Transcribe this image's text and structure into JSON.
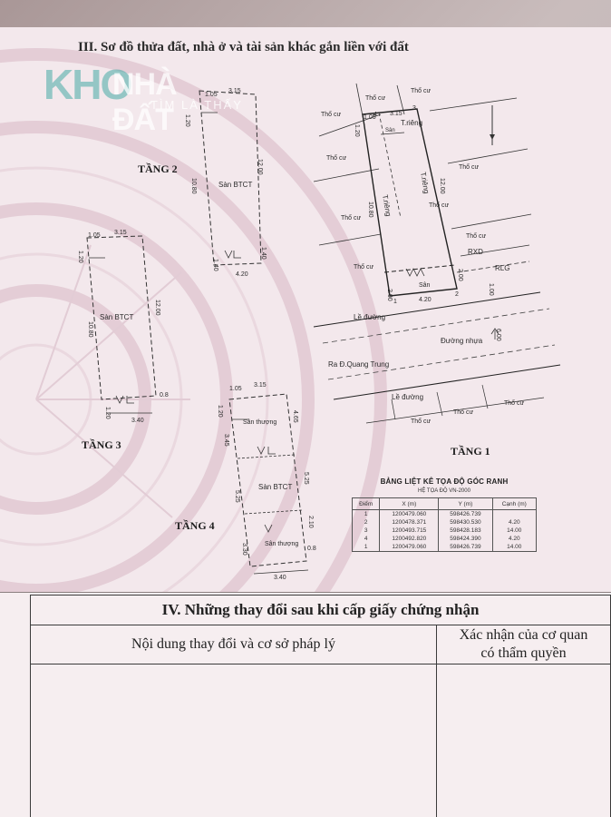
{
  "section3": {
    "title": "III. Sơ đồ thửa đất, nhà ở và tài sản khác gắn liền với đất"
  },
  "watermark": {
    "logo": "KHO",
    "name": "NHÀ ĐẤT",
    "slogan": "TÌM LÀ THẤY"
  },
  "floor_plans": {
    "floor1": {
      "title": "TẦNG 1",
      "neighbor_label": "Thổ cư",
      "road_label": "Đường nhựa",
      "road_name": "Ra Đ.Quang Trung",
      "sidewalk_label": "Lề đường",
      "markers": [
        "RXD",
        "RLG"
      ],
      "room_labels": [
        "T.riêng",
        "Sân",
        "Sân"
      ],
      "dims": [
        "1.05",
        "3.15",
        "1.20",
        "10.80",
        "12.00",
        "4.20",
        "2.00",
        "2.00",
        "1.00",
        "6.00"
      ],
      "corners": [
        "1",
        "2",
        "3",
        "4"
      ]
    },
    "floor2": {
      "title": "TẦNG 2",
      "room_label": "Sàn BTCT",
      "dims": [
        "1.05",
        "3.15",
        "1.20",
        "10.80",
        "12.00",
        "4.20",
        "1.40",
        "1.40"
      ]
    },
    "floor3": {
      "title": "TẦNG 3",
      "room_label": "Sàn BTCT",
      "dims": [
        "1.05",
        "3.15",
        "1.20",
        "10.80",
        "12.00",
        "3.40",
        "1.20",
        "0.8"
      ]
    },
    "floor4": {
      "title": "TẦNG 4",
      "room_labels": [
        "Sân thượng",
        "Sàn BTCT",
        "Sân thượng"
      ],
      "dims": [
        "1.05",
        "3.15",
        "1.20",
        "3.45",
        "4.65",
        "5.25",
        "5.25",
        "2.10",
        "3.30",
        "0.8",
        "3.40"
      ]
    }
  },
  "coordinate_table": {
    "title": "BẢNG LIỆT KÊ TỌA ĐỘ GÓC RANH",
    "subtitle": "HỆ TỌA ĐỘ VN-2000",
    "headers": [
      "Điểm",
      "X (m)",
      "Y (m)",
      "Cạnh (m)"
    ],
    "rows": [
      [
        "1",
        "1200479.060",
        "598426.739",
        ""
      ],
      [
        "2",
        "1200478.371",
        "598430.530",
        "4.20"
      ],
      [
        "3",
        "1200493.715",
        "598428.183",
        "14.00"
      ],
      [
        "4",
        "1200492.820",
        "598424.390",
        "4.20"
      ],
      [
        "1",
        "1200479.060",
        "598426.739",
        "14.00"
      ]
    ]
  },
  "section4": {
    "title": "IV. Những thay đổi sau khi cấp giấy chứng nhận",
    "col_content": "Nội dung thay đổi và cơ sở pháp lý",
    "col_confirm_line1": "Xác nhận của cơ quan",
    "col_confirm_line2": "có thẩm quyền"
  }
}
